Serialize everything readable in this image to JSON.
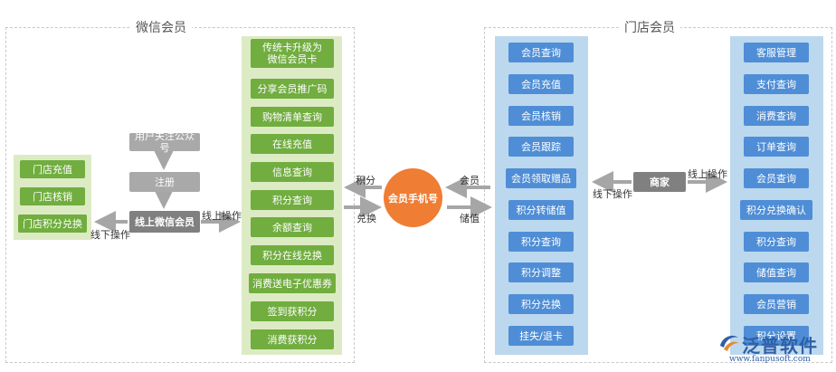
{
  "wechat_section": {
    "title": "微信会员"
  },
  "store_section": {
    "title": "门店会员"
  },
  "offline_store_ops": [
    "门店充值",
    "门店核销",
    "门店积分兑换"
  ],
  "flow_steps": [
    "用户关注公众号",
    "注册"
  ],
  "online_card": "线上微信会员",
  "wechat_features": [
    "传统卡升级为\n微信会员卡",
    "分享会员推广码",
    "购物清单查询",
    "在线充值",
    "信息查询",
    "积分查询",
    "余额查询",
    "积分在线兑换",
    "消费送电子优惠券",
    "签到获积分",
    "消费获积分"
  ],
  "hub": "会员手机号",
  "member_features": [
    "会员查询",
    "会员充值",
    "会员核销",
    "会员跟踪",
    "会员领取赠品",
    "积分转储值",
    "积分查询",
    "积分调整",
    "积分兑换",
    "挂失/退卡"
  ],
  "merchant": "商家",
  "merchant_features": [
    "客服管理",
    "支付查询",
    "消费查询",
    "订单查询",
    "会员查询",
    "积分兑换确认",
    "积分查询",
    "储值查询",
    "会员营销",
    "积分设置"
  ],
  "edge_labels": {
    "offline_op": "线下操作",
    "online_op": "线上操作",
    "points": "积分",
    "redeem": "兑换",
    "member": "会员",
    "stored_value": "储值",
    "offline_op_2": "线下操作",
    "online_op_2": "线上操作"
  },
  "logo": {
    "name": "泛普软件",
    "url": "www.fanpusoft.com"
  },
  "colors": {
    "green": "#71ad3f",
    "blue": "#4f8ed6",
    "orange": "#ef7d34",
    "gray": "#a9a9a9"
  }
}
